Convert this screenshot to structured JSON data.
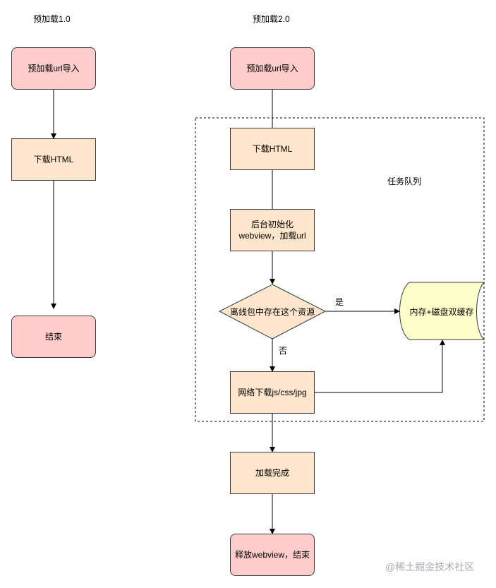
{
  "left_flow": {
    "title": "预加载1.0",
    "start": "预加载url导入",
    "download": "下载HTML",
    "end": "结束"
  },
  "right_flow": {
    "title": "预加载2.0",
    "start": "预加载url导入",
    "task_queue_label": "任务队列",
    "download": "下载HTML",
    "init_line1": "后台初始化",
    "init_line2": "webview，加载url",
    "decision": "离线包中存在这个资源",
    "yes_label": "是",
    "no_label": "否",
    "cache": "内存+磁盘双缓存",
    "network": "网络下载js/css/jpg",
    "load_done": "加载完成",
    "release": "释放webview，结束"
  },
  "colors": {
    "pink_fill": "#ffcccc",
    "peach_fill": "#ffe6cc",
    "cache_fill": "#ffffcc",
    "stroke": "#36393d"
  },
  "watermark": "@稀土掘金技术社区"
}
